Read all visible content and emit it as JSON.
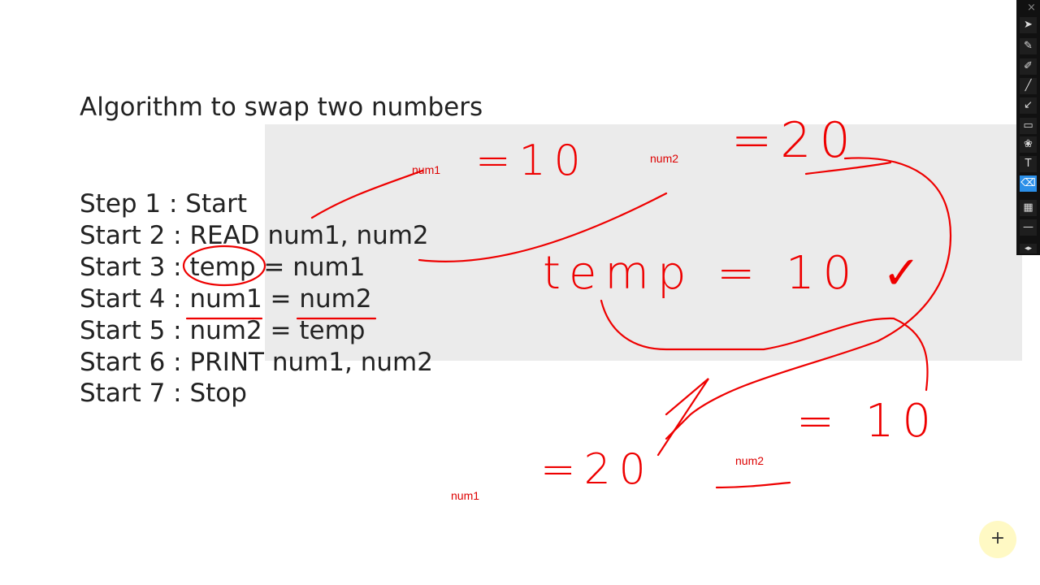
{
  "slide": {
    "title": "Algorithm to swap two numbers",
    "steps": [
      "Step 1 : Start",
      "Start 2 : READ num1, num2",
      "Start 3 : temp = num1",
      "Start 4 : num1 = num2",
      "Start 5 : num2 = temp",
      "Start 6 : PRINT num1, num2",
      "Start 7 : Stop"
    ]
  },
  "annotations": {
    "labels": [
      "num1",
      "num2",
      "num2",
      "num1"
    ],
    "handwriting": [
      "=10",
      "=20",
      "temp = 10 ✓",
      "=20",
      "= 10"
    ],
    "ink_color": "#e00000"
  },
  "toolbar": {
    "close": "×",
    "tools": [
      {
        "name": "cursor-icon",
        "glyph": "➤"
      },
      {
        "name": "pencil-icon",
        "glyph": "✎"
      },
      {
        "name": "highlighter-icon",
        "glyph": "✐"
      },
      {
        "name": "line-icon",
        "glyph": "╱"
      },
      {
        "name": "arrow-icon",
        "glyph": "↙"
      },
      {
        "name": "rectangle-icon",
        "glyph": "▭"
      },
      {
        "name": "color-palette-icon",
        "glyph": "❀"
      },
      {
        "name": "text-icon",
        "glyph": "T"
      },
      {
        "name": "eraser-icon",
        "glyph": "⌫"
      },
      {
        "name": "checkerboard-icon",
        "glyph": "▦"
      },
      {
        "name": "line-width-icon",
        "glyph": "—"
      },
      {
        "name": "expand-arrows-icon",
        "glyph": "◂▸"
      }
    ],
    "active_tool": "eraser-icon"
  },
  "fab": {
    "glyph": "+"
  }
}
